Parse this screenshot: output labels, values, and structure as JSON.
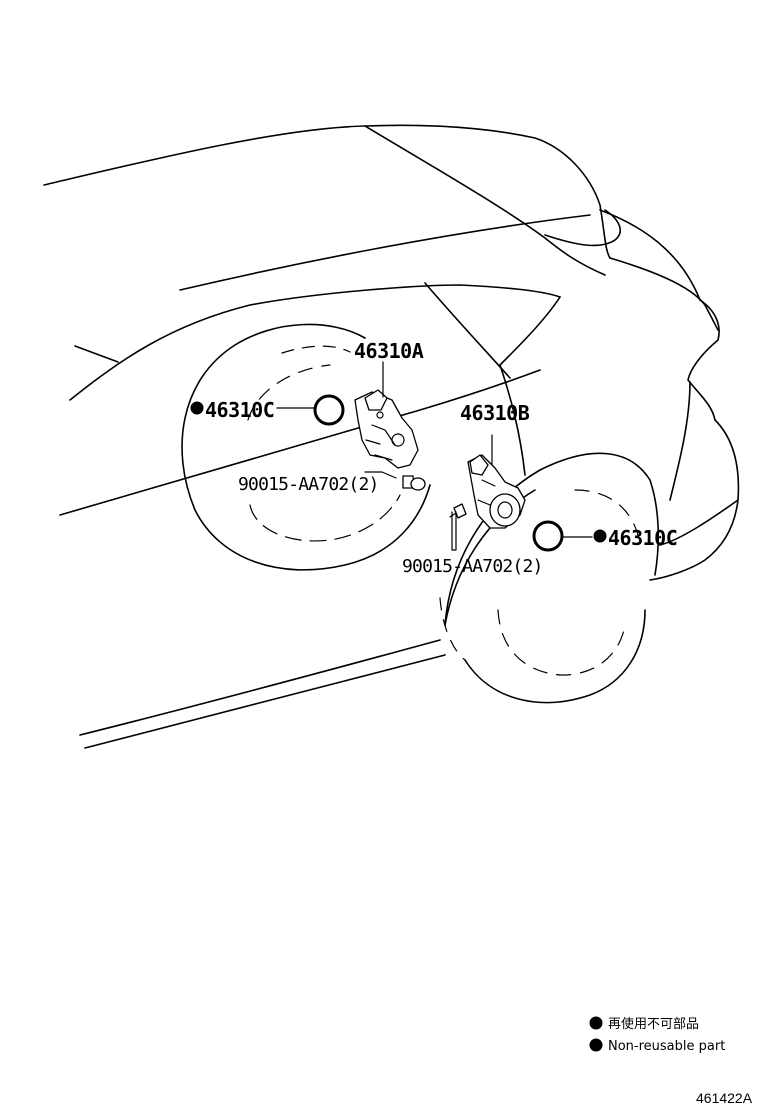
{
  "callouts": {
    "part_a": "46310A",
    "part_b": "46310B",
    "seal_left": "46310C",
    "seal_right": "46310C",
    "bolt_left": "90015-AA702(2)",
    "bolt_right": "90015-AA702(2)"
  },
  "legend": {
    "japanese": "再使用不可部品",
    "english": "Non-reusable part"
  },
  "diagram_code": "461422A"
}
